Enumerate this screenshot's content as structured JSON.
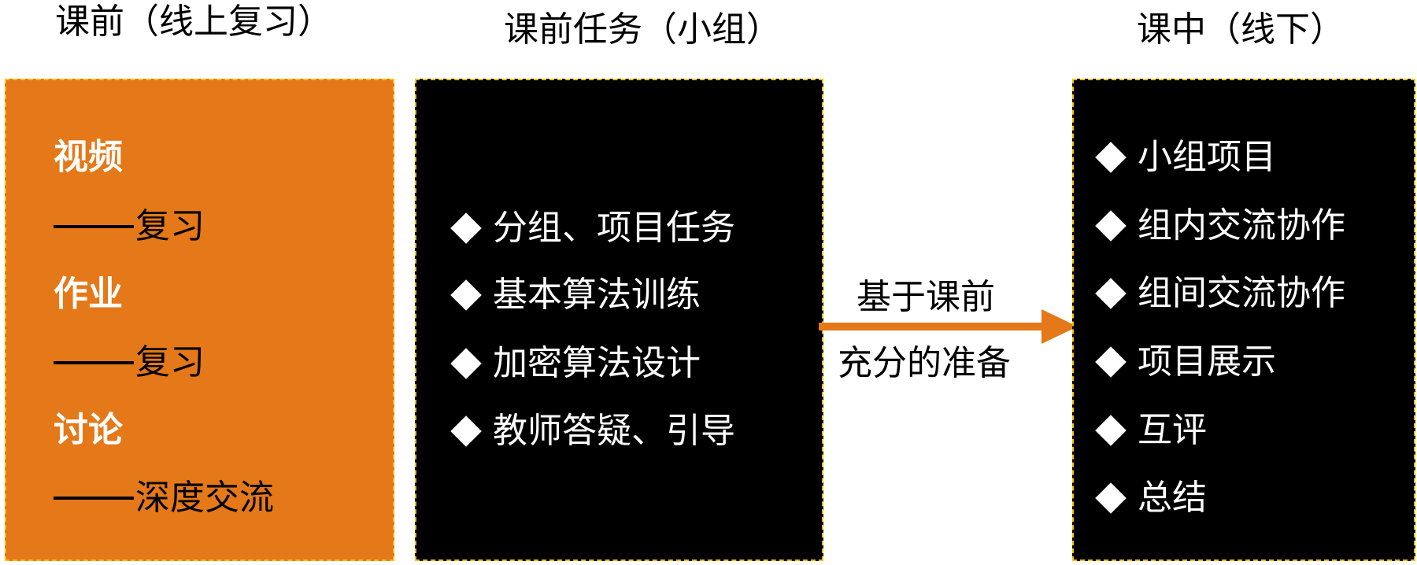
{
  "headers": {
    "pre_online": "课前（线上复习）",
    "pre_task": "课前任务（小组）",
    "in_class": "课中（线下）"
  },
  "pre_online_box": {
    "items": [
      {
        "title": "视频",
        "detail": "复习"
      },
      {
        "title": "作业",
        "detail": "复习"
      },
      {
        "title": "讨论",
        "detail": "深度交流"
      }
    ]
  },
  "pre_task_box": {
    "items": [
      "分组、项目任务",
      "基本算法训练",
      "加密算法设计",
      "教师答疑、引导"
    ]
  },
  "arrow": {
    "label_line1": "基于课前",
    "label_line2": "充分的准备"
  },
  "in_class_box": {
    "items": [
      "小组项目",
      "组内交流协作",
      "组间交流协作",
      "项目展示",
      "互评",
      "总结"
    ]
  },
  "colors": {
    "orange": "#E57818",
    "border_yellow": "#FFC000",
    "black": "#000000",
    "white": "#FFFFFF"
  }
}
